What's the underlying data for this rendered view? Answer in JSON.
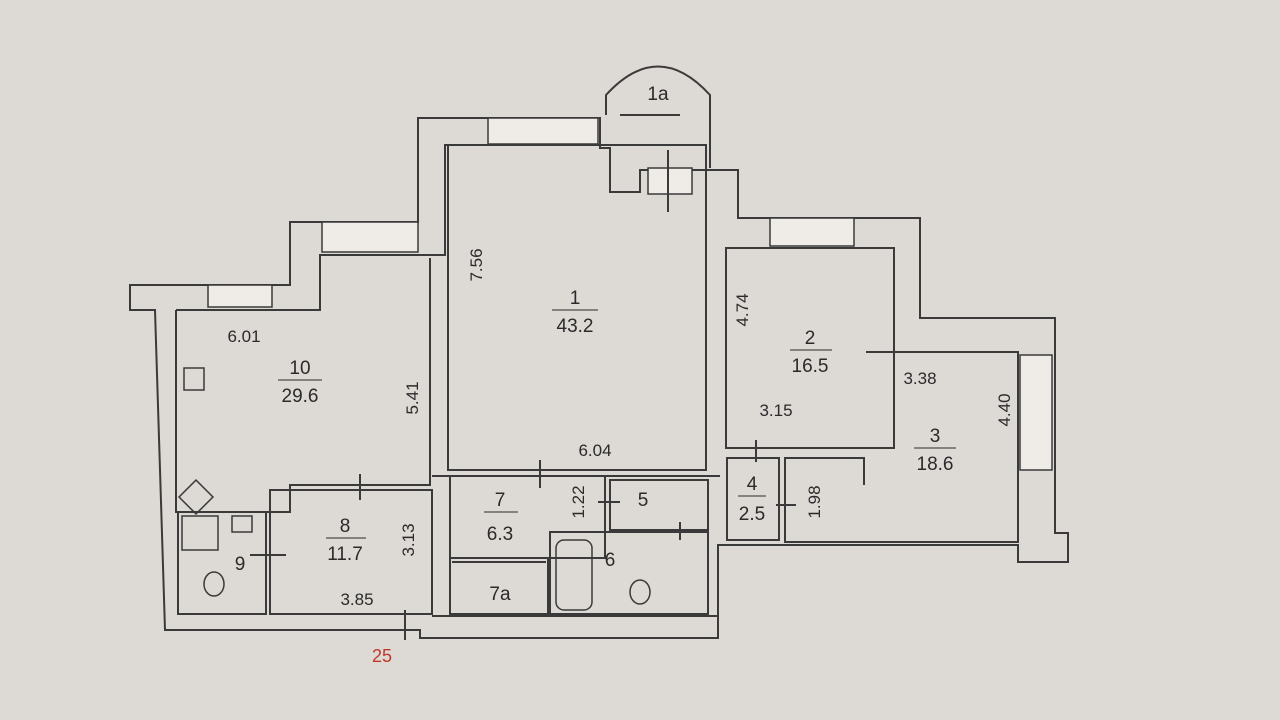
{
  "rooms": [
    {
      "id": "1",
      "area": "43.2"
    },
    {
      "id": "2",
      "area": "16.5"
    },
    {
      "id": "3",
      "area": "18.6"
    },
    {
      "id": "4",
      "area": "2.5"
    },
    {
      "id": "5",
      "area": ""
    },
    {
      "id": "6",
      "area": ""
    },
    {
      "id": "7",
      "area": "6.3"
    },
    {
      "id": "7a",
      "area": ""
    },
    {
      "id": "8",
      "area": "11.7"
    },
    {
      "id": "9",
      "area": ""
    },
    {
      "id": "10",
      "area": "29.6"
    },
    {
      "id": "1a",
      "area": ""
    }
  ],
  "dimensions": {
    "room1_height": "7.56",
    "room1_width": "6.04",
    "room2_height": "4.74",
    "room2_width": "3.15",
    "room3_width": "3.38",
    "room3_height": "4.40",
    "room4_height": "1.98",
    "room7_height": "1.22",
    "room8_height": "3.13",
    "room8_width": "3.85",
    "room10_width": "6.01",
    "room10_height": "5.41"
  },
  "marker": "25",
  "colors": {
    "wall": "#3a3a3a",
    "paper": "#ddd9d4",
    "marker": "#c0392b"
  }
}
